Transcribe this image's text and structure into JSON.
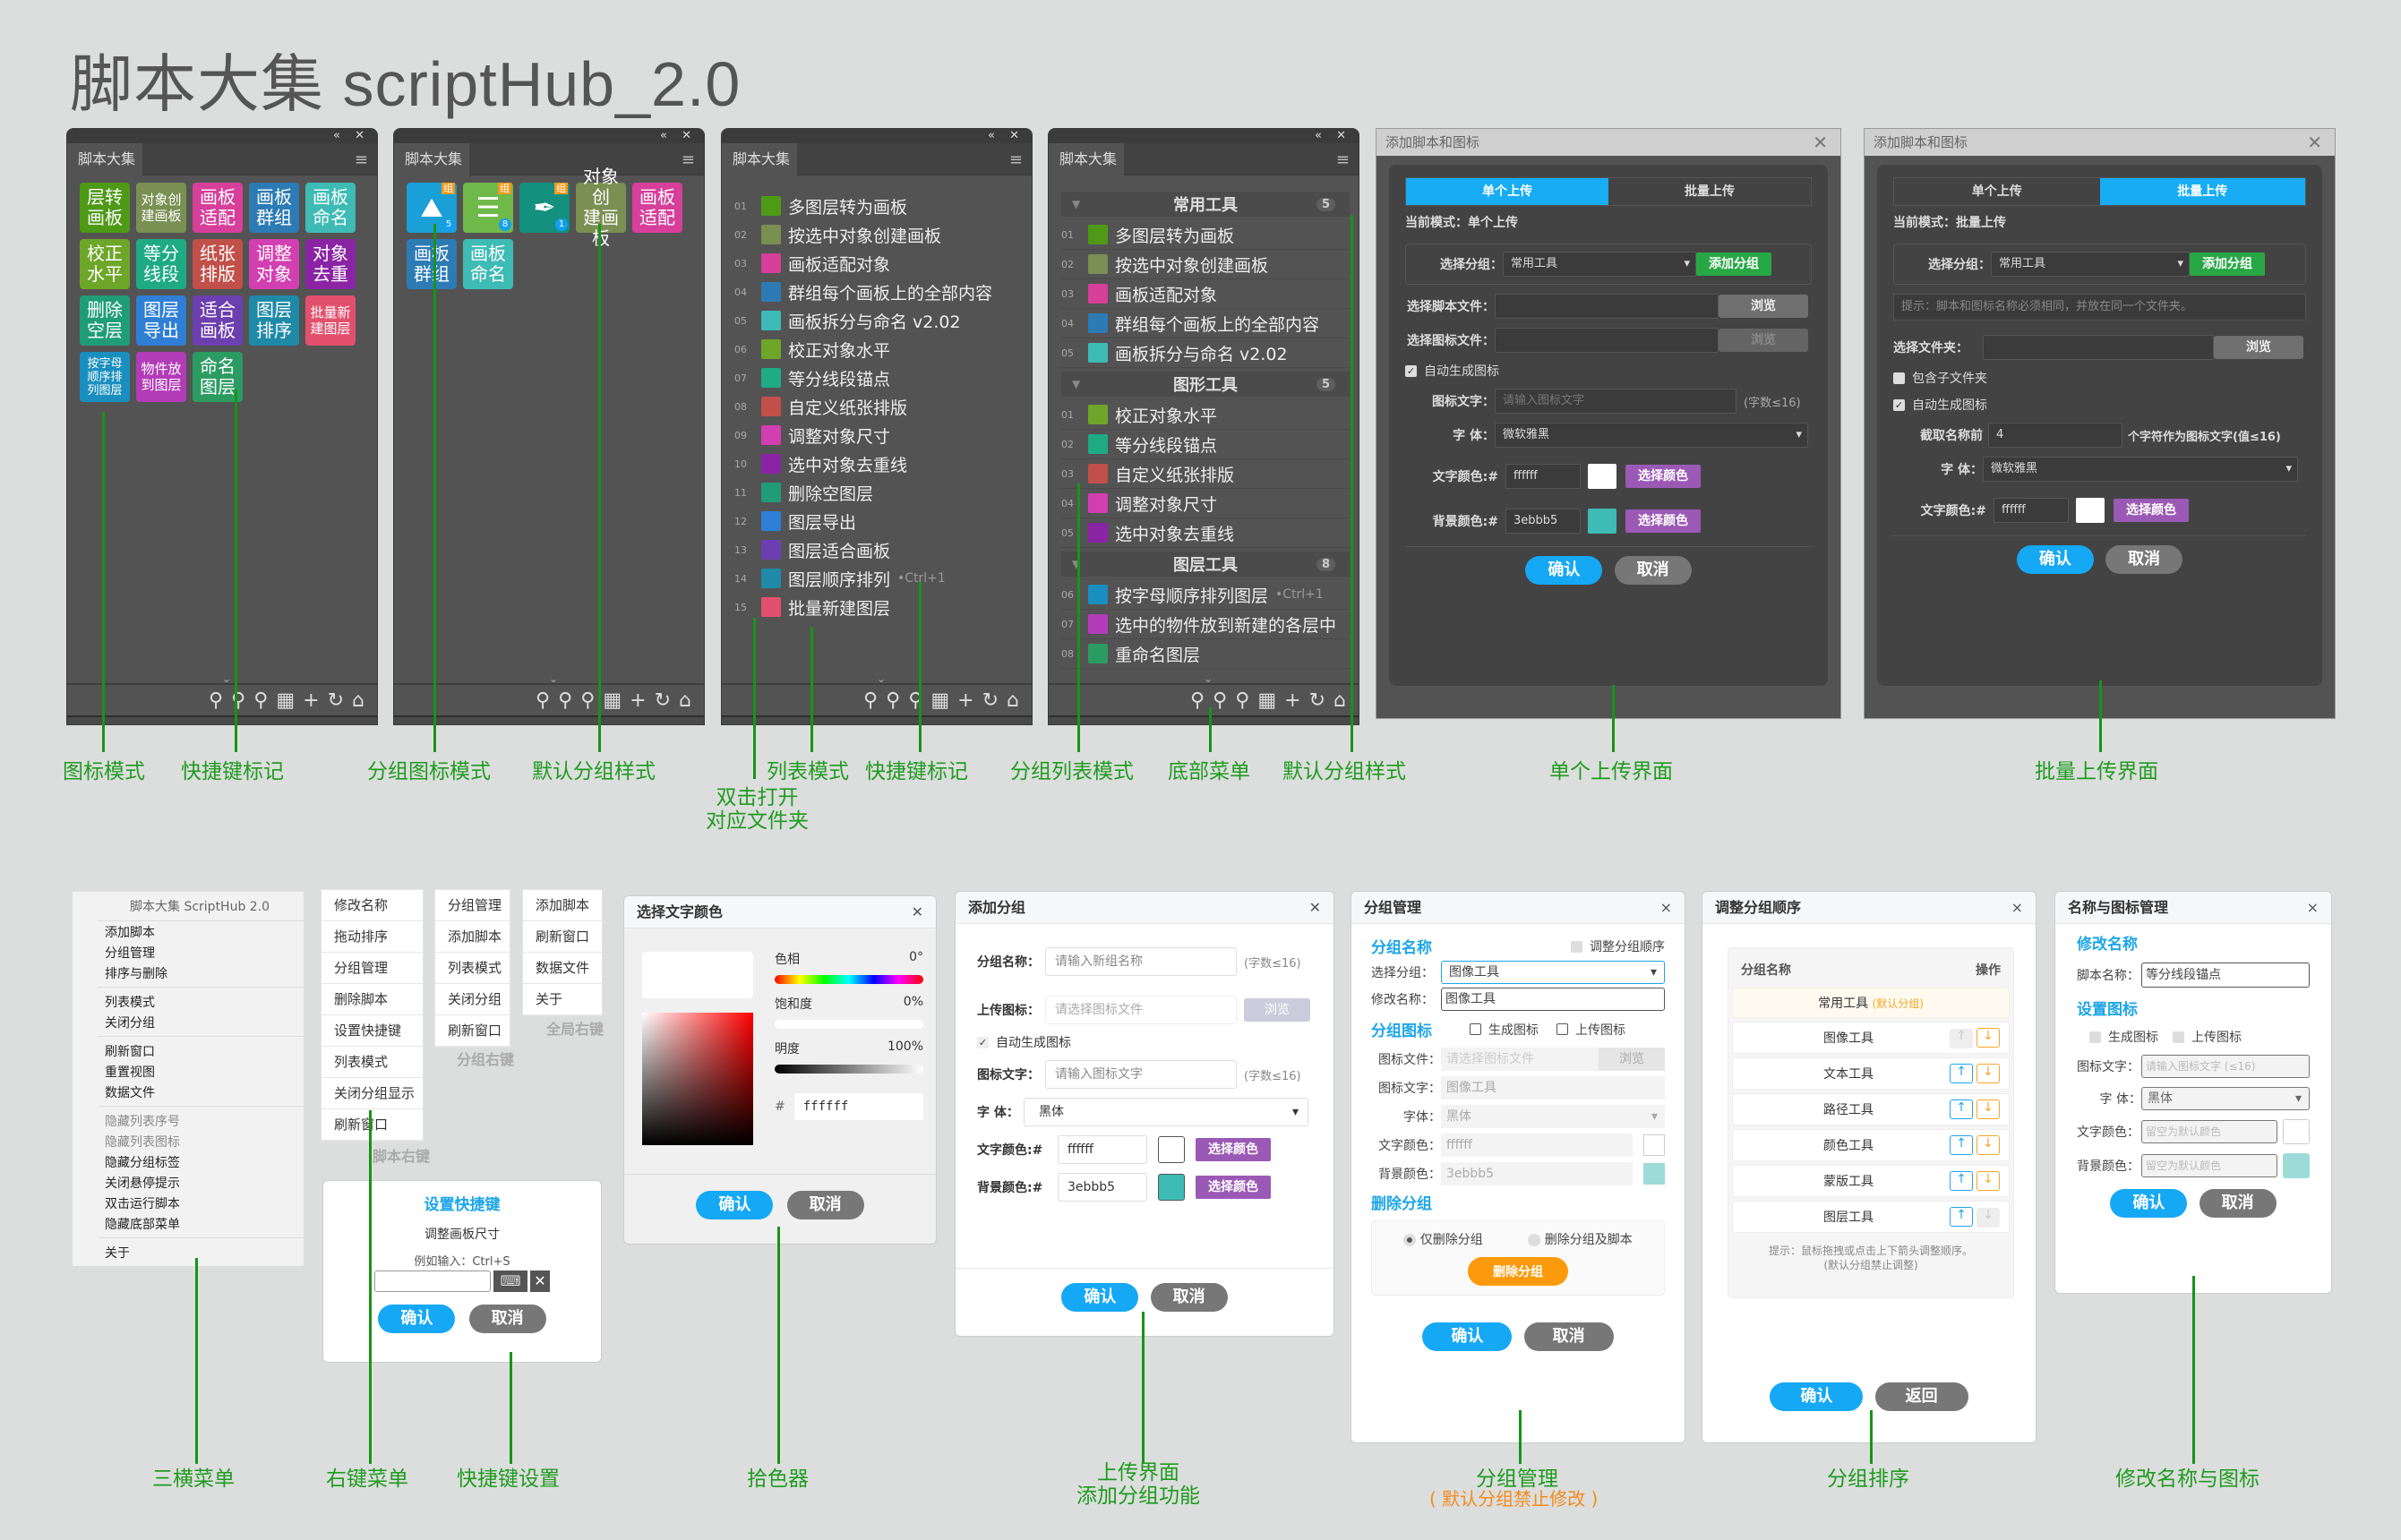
{
  "title": "脚本大集 scriptHub_2.0",
  "panel_tab": "脚本大集",
  "icon_tiles": [
    {
      "label": "层转\n画板",
      "color": "#4e9a17"
    },
    {
      "label": "对象创\n建画板",
      "color": "#7a8f52",
      "size": "s"
    },
    {
      "label": "画板\n适配",
      "color": "#d63f9a"
    },
    {
      "label": "画板\n群组",
      "color": "#2d7bb5"
    },
    {
      "label": "画板\n命名",
      "color": "#3ebbb5"
    },
    {
      "label": "校正\n水平",
      "color": "#6ea629"
    },
    {
      "label": "等分\n线段",
      "color": "#1eab84"
    },
    {
      "label": "纸张\n排版",
      "color": "#c05049"
    },
    {
      "label": "调整\n对象",
      "color": "#d23fb0"
    },
    {
      "label": "对象\n去重",
      "color": "#8a24a4"
    },
    {
      "label": "删除\n空层",
      "color": "#1f9d77"
    },
    {
      "label": "图层\n导出",
      "color": "#2f7fd6"
    },
    {
      "label": "适合\n画板",
      "color": "#6c3fb0"
    },
    {
      "label": "图层\n排序",
      "color": "#1f8aa8"
    },
    {
      "label": "批量新\n建图层",
      "color": "#e2506e",
      "size": "s"
    },
    {
      "label": "按字母\n顺序排\n列图层",
      "color": "#1a8fbf",
      "size": "xs"
    },
    {
      "label": "物件放\n到图层",
      "color": "#b23cb8",
      "size": "s"
    },
    {
      "label": "命名\n图层",
      "color": "#2c9b62"
    }
  ],
  "group_tiles": [
    {
      "icon": "image-icon",
      "color": "#1a9fd7",
      "badge": "组",
      "count": "5"
    },
    {
      "icon": "layers-icon",
      "color": "#6fb84a",
      "badge": "组",
      "count": "8"
    },
    {
      "icon": "pen-icon",
      "color": "#14907f",
      "badge": "组",
      "count": "1"
    },
    {
      "label": "对象创\n建画板",
      "color": "#7a8f52"
    },
    {
      "label": "画板\n适配",
      "color": "#d63f9a"
    },
    {
      "label": "画板\n群组",
      "color": "#2d7bb5"
    },
    {
      "label": "画板\n命名",
      "color": "#3ebbb5"
    }
  ],
  "list_items": [
    {
      "num": "01",
      "icon": "层转画板",
      "color": "#4e9a17",
      "label": "多图层转为画板"
    },
    {
      "num": "02",
      "icon": "对象创建画板",
      "color": "#7a8f52",
      "label": "按选中对象创建画板"
    },
    {
      "num": "03",
      "icon": "画板适配",
      "color": "#d63f9a",
      "label": "画板适配对象"
    },
    {
      "num": "04",
      "icon": "画板群组",
      "color": "#2d7bb5",
      "label": "群组每个画板上的全部内容"
    },
    {
      "num": "05",
      "icon": "画板命名",
      "color": "#3ebbb5",
      "label": "画板拆分与命名 v2.02"
    },
    {
      "num": "06",
      "icon": "校正水平",
      "color": "#6ea629",
      "label": "校正对象水平"
    },
    {
      "num": "07",
      "icon": "等分线段",
      "color": "#1eab84",
      "label": "等分线段锚点"
    },
    {
      "num": "08",
      "icon": "纸张排版",
      "color": "#c05049",
      "label": "自定义纸张排版"
    },
    {
      "num": "09",
      "icon": "调整对象",
      "color": "#d23fb0",
      "label": "调整对象尺寸"
    },
    {
      "num": "10",
      "icon": "对象去重",
      "color": "#8a24a4",
      "label": "选中对象去重线"
    },
    {
      "num": "11",
      "icon": "删除空层",
      "color": "#1f9d77",
      "label": "删除空图层"
    },
    {
      "num": "12",
      "icon": "图层导出",
      "color": "#2f7fd6",
      "label": "图层导出"
    },
    {
      "num": "13",
      "icon": "适合画板",
      "color": "#6c3fb0",
      "label": "图层适合画板"
    },
    {
      "num": "14",
      "icon": "图层排序",
      "color": "#1f8aa8",
      "label": "图层顺序排列",
      "shortcut": "•Ctrl+1"
    },
    {
      "num": "15",
      "icon": "批量新建图层",
      "color": "#e2506e",
      "label": "批量新建图层"
    }
  ],
  "grouped_list": [
    {
      "name": "常用工具",
      "count": "5",
      "items": [
        {
          "num": "01",
          "color": "#4e9a17",
          "label": "多图层转为画板"
        },
        {
          "num": "02",
          "color": "#7a8f52",
          "label": "按选中对象创建画板"
        },
        {
          "num": "03",
          "color": "#d63f9a",
          "label": "画板适配对象"
        },
        {
          "num": "04",
          "color": "#2d7bb5",
          "label": "群组每个画板上的全部内容"
        },
        {
          "num": "05",
          "color": "#3ebbb5",
          "label": "画板拆分与命名 v2.02"
        }
      ]
    },
    {
      "name": "图形工具",
      "count": "5",
      "items": [
        {
          "num": "01",
          "color": "#6ea629",
          "label": "校正对象水平"
        },
        {
          "num": "02",
          "color": "#1eab84",
          "label": "等分线段锚点"
        },
        {
          "num": "03",
          "color": "#c05049",
          "label": "自定义纸张排版"
        },
        {
          "num": "04",
          "color": "#d23fb0",
          "label": "调整对象尺寸"
        },
        {
          "num": "05",
          "color": "#8a24a4",
          "label": "选中对象去重线"
        }
      ]
    },
    {
      "name": "图层工具",
      "count": "8",
      "items": [
        {
          "num": "06",
          "color": "#1a8fbf",
          "label": "按字母顺序排列图层",
          "shortcut": "•Ctrl+1"
        },
        {
          "num": "07",
          "color": "#b23cb8",
          "label": "选中的物件放到新建的各层中"
        },
        {
          "num": "08",
          "color": "#2c9b62",
          "label": "重命名图层"
        }
      ]
    }
  ],
  "bottom_toolbar": [
    "search-icon",
    "search-minus-icon",
    "search-plus-icon",
    "grid-icon",
    "plus-icon",
    "refresh-icon",
    "home-icon"
  ],
  "upload_single": {
    "title": "添加脚本和图标",
    "tab_single": "单个上传",
    "tab_batch": "批量上传",
    "mode": "当前模式：单个上传",
    "group_label": "选择分组：",
    "group_value": "常用工具",
    "add_group": "添加分组",
    "script_label": "选择脚本文件：",
    "icon_label": "选择图标文件：",
    "browse": "浏览",
    "auto_icon": "自动生成图标",
    "icon_text_label": "图标文字：",
    "icon_text_placeholder": "请输入图标文字",
    "limit": "(字数≤16)",
    "font_label": "字  体：",
    "font_value": "微软雅黑",
    "text_color_label": "文字颜色:#",
    "text_color": "ffffff",
    "bg_color_label": "背景颜色:#",
    "bg_color": "3ebbb5",
    "pick": "选择颜色",
    "ok": "确认",
    "cancel": "取消"
  },
  "upload_batch": {
    "title": "添加脚本和图标",
    "tab_single": "单个上传",
    "tab_batch": "批量上传",
    "mode": "当前模式：批量上传",
    "group_label": "选择分组：",
    "group_value": "常用工具",
    "add_group": "添加分组",
    "hint": "提示：脚本和图标名称必须相同，并放在同一个文件夹。",
    "folder_label": "选择文件夹：",
    "browse": "浏览",
    "include_sub": "包含子文件夹",
    "auto_icon": "自动生成图标",
    "trunc_label": "截取名称前",
    "trunc_value": "4",
    "trunc_suffix": "个字符作为图标文字(值≤16)",
    "font_label": "字  体：",
    "font_value": "微软雅黑",
    "text_color_label": "文字颜色:#",
    "text_color": "ffffff",
    "pick": "选择颜色",
    "ok": "确认",
    "cancel": "取消"
  },
  "hamburger_menu": {
    "title": "脚本大集 ScriptHub 2.0",
    "groups": [
      [
        {
          "label": "添加脚本"
        },
        {
          "label": "分组管理"
        },
        {
          "label": "排序与删除"
        }
      ],
      [
        {
          "label": "列表模式"
        },
        {
          "label": "关闭分组"
        }
      ],
      [
        {
          "label": "刷新窗口"
        },
        {
          "label": "重置视图"
        },
        {
          "label": "数据文件"
        }
      ],
      [
        {
          "label": "隐藏列表序号",
          "disabled": true
        },
        {
          "label": "隐藏列表图标",
          "disabled": true
        },
        {
          "label": "隐藏分组标签"
        },
        {
          "label": "关闭悬停提示"
        },
        {
          "label": "双击运行脚本"
        },
        {
          "label": "隐藏底部菜单"
        }
      ],
      [
        {
          "label": "关于"
        }
      ]
    ]
  },
  "context_script": {
    "caption": "脚本右键",
    "items": [
      "修改名称",
      "拖动排序",
      "分组管理",
      "删除脚本",
      "设置快捷键",
      "列表模式",
      "关闭分组显示",
      "刷新窗口"
    ]
  },
  "context_group": {
    "caption": "分组右键",
    "items": [
      "分组管理",
      "添加脚本",
      "列表模式",
      "关闭分组",
      "刷新窗口"
    ]
  },
  "context_global": {
    "caption": "全局右键",
    "items": [
      "添加脚本",
      "刷新窗口",
      "数据文件",
      "关于"
    ]
  },
  "shortcut_dialog": {
    "title": "设置快捷键",
    "script": "调整画板尺寸",
    "example": "例如输入：Ctrl+S",
    "ok": "确认",
    "cancel": "取消"
  },
  "color_picker": {
    "title": "选择文字颜色",
    "hue_label": "色相",
    "hue_value": "0°",
    "sat_label": "饱和度",
    "sat_value": "0%",
    "bri_label": "明度",
    "bri_value": "100%",
    "hex": "ffffff",
    "ok": "确认",
    "cancel": "取消"
  },
  "add_group": {
    "title": "添加分组",
    "name_label": "分组名称：",
    "name_placeholder": "请输入新组名称",
    "limit": "(字数≤16)",
    "icon_label": "上传图标：",
    "icon_placeholder": "请选择图标文件",
    "browse": "浏览",
    "auto_icon": "自动生成图标",
    "icon_text_label": "图标文字：",
    "icon_text_placeholder": "请输入图标文字",
    "font_label": "字  体：",
    "font_value": "黑体",
    "text_color_label": "文字颜色:#",
    "text_color": "ffffff",
    "bg_color_label": "背景颜色:#",
    "bg_color": "3ebbb5",
    "pick": "选择颜色",
    "ok": "确认",
    "cancel": "取消"
  },
  "group_manage": {
    "title": "分组管理",
    "sec_name": "分组名称",
    "reorder": "调整分组顺序",
    "select_label": "选择分组：",
    "select_value": "图像工具",
    "rename_label": "修改名称：",
    "rename_value": "图像工具",
    "sec_icon": "分组图标",
    "gen_icon": "生成图标",
    "upload_icon": "上传图标",
    "file_label": "图标文件：",
    "file_placeholder": "请选择图标文件",
    "browse": "浏览",
    "text_label": "图标文字：",
    "text_value": "图像工具",
    "font_label": "字体：",
    "font_value": "黑体",
    "tcolor_label": "文字颜色：",
    "tcolor": "ffffff",
    "bcolor_label": "背景颜色：",
    "bcolor": "3ebbb5",
    "sec_delete": "删除分组",
    "del_only": "仅删除分组",
    "del_all": "删除分组及脚本",
    "del_btn": "删除分组",
    "ok": "确认",
    "cancel": "取消"
  },
  "group_order": {
    "title": "调整分组顺序",
    "col_name": "分组名称",
    "col_op": "操作",
    "default_group": "常用工具",
    "default_tag": "(默认分组)",
    "groups": [
      "图像工具",
      "文本工具",
      "路径工具",
      "颜色工具",
      "蒙版工具",
      "图层工具"
    ],
    "hint1": "提示：鼠标拖拽或点击上下箭头调整顺序。",
    "hint2": "(默认分组禁止调整)",
    "ok": "确认",
    "back": "返回"
  },
  "name_icon": {
    "title": "名称与图标管理",
    "sec_name": "修改名称",
    "name_label": "脚本名称：",
    "name_value": "等分线段锚点",
    "sec_icon": "设置图标",
    "gen_icon": "生成图标",
    "upload_icon": "上传图标",
    "text_label": "图标文字：",
    "text_placeholder": "请输入图标文字 (≤16)",
    "font_label": "字  体：",
    "font_value": "黑体",
    "tcolor_label": "文字颜色：",
    "bcolor_label": "背景颜色：",
    "color_placeholder": "留空为默认颜色",
    "ok": "确认",
    "cancel": "取消"
  },
  "annotations": {
    "icon_mode": "图标模式",
    "shortcut_mark": "快捷键标记",
    "group_icon_mode": "分组图标模式",
    "default_group_style": "默认分组样式",
    "dbl_open1": "双击打开",
    "dbl_open2": "对应文件夹",
    "list_mode": "列表模式",
    "shortcut_mark2": "快捷键标记",
    "group_list_mode": "分组列表模式",
    "bottom_menu": "底部菜单",
    "default_group_style2": "默认分组样式",
    "single_upload": "单个上传界面",
    "batch_upload": "批量上传界面",
    "hamburger": "三横菜单",
    "context": "右键菜单",
    "shortcut_set": "快捷键设置",
    "picker": "拾色器",
    "upload1": "上传界面",
    "upload2": "添加分组功能",
    "group_manage": "分组管理",
    "group_manage_note": "( 默认分组禁止修改 )",
    "group_sort": "分组排序",
    "rename_icon": "修改名称与图标"
  }
}
